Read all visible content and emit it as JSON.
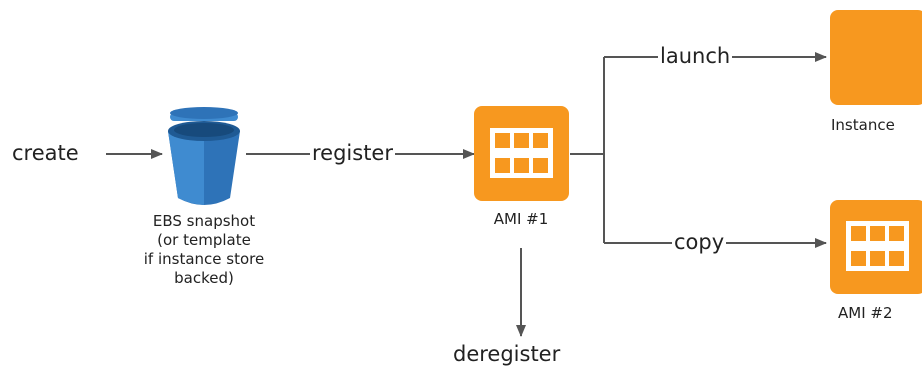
{
  "labels": {
    "create": "create",
    "register": "register",
    "launch": "launch",
    "copy": "copy",
    "deregister": "deregister"
  },
  "nodes": {
    "ebs_snapshot": {
      "caption_lines": [
        "EBS snapshot",
        "(or template",
        "if instance store",
        "backed)"
      ],
      "icon": "bucket-icon"
    },
    "ami1": {
      "caption": "AMI #1",
      "icon": "ami-grid-icon"
    },
    "instance": {
      "caption": "Instance",
      "icon": "instance-square-icon"
    },
    "ami2": {
      "caption": "AMI #2",
      "icon": "ami-grid-icon"
    }
  },
  "colors": {
    "arrow": "#555555",
    "orange": "#F7981F",
    "blue": "#2E73B8",
    "blue_light": "#3F8BD0"
  }
}
